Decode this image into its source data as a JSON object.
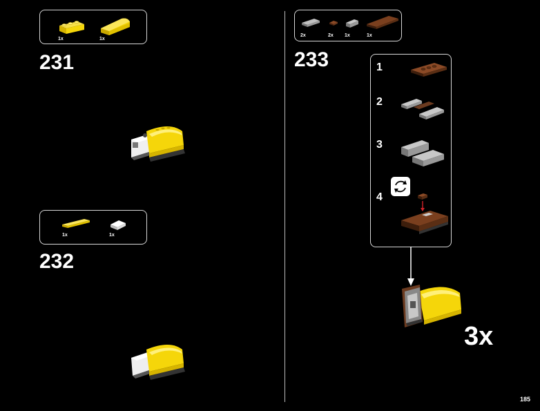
{
  "steps": {
    "s231": {
      "number": "231",
      "parts": [
        {
          "qty": "1x"
        },
        {
          "qty": "1x"
        }
      ]
    },
    "s232": {
      "number": "232",
      "parts": [
        {
          "qty": "1x"
        },
        {
          "qty": "1x"
        }
      ]
    },
    "s233": {
      "number": "233",
      "parts": [
        {
          "qty": "2x"
        },
        {
          "qty": "2x"
        },
        {
          "qty": "1x"
        },
        {
          "qty": "1x"
        }
      ],
      "substeps": [
        "1",
        "2",
        "3",
        "4"
      ],
      "multiplier": "3x"
    }
  },
  "page_number": "185",
  "icons": [
    "rotate-icon",
    "arrow-down-icon"
  ],
  "colors": {
    "yellow": "#f5d60a",
    "brown": "#6b3a1f",
    "grey": "#9a9a9a",
    "white": "#e8e8e8",
    "red": "#d3222a"
  }
}
